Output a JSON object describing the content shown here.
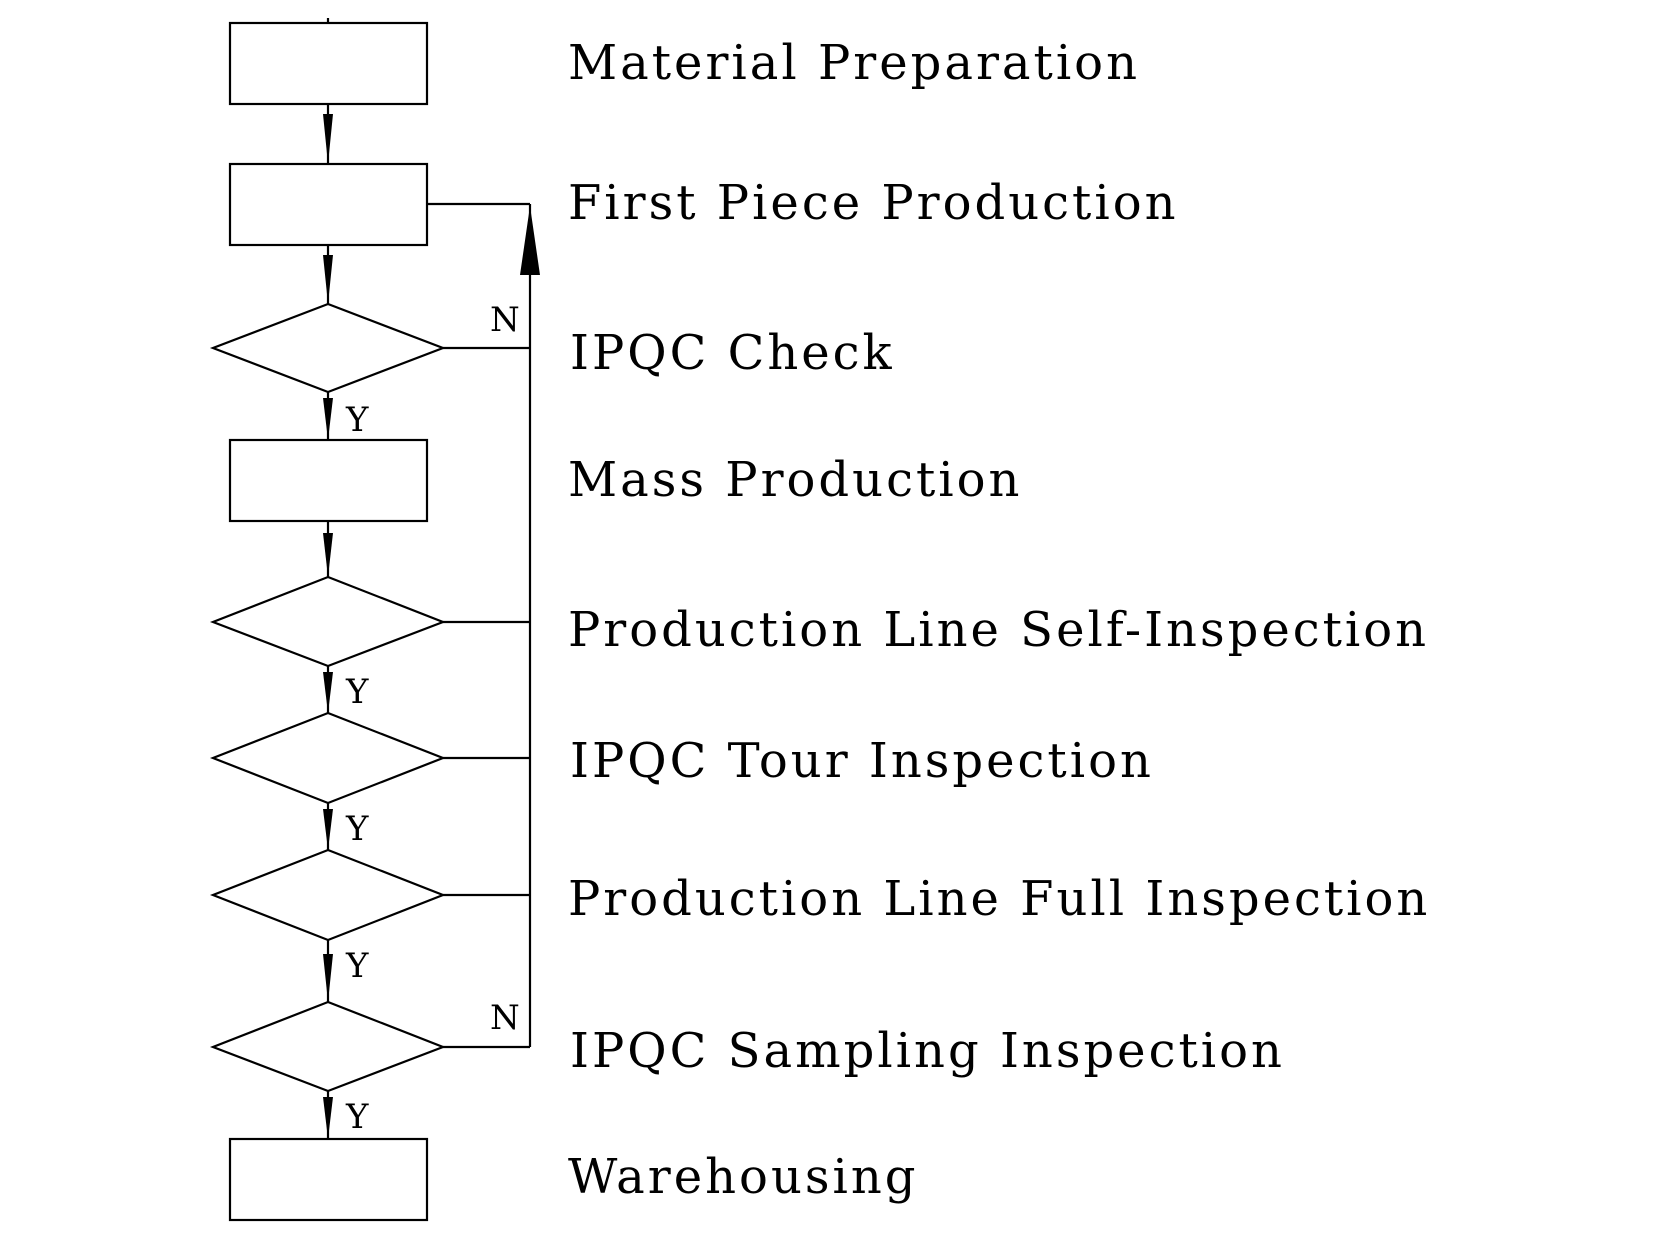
{
  "steps": [
    {
      "id": "material-preparation",
      "shape": "process",
      "label": "Material Preparation"
    },
    {
      "id": "first-piece-production",
      "shape": "process",
      "label": "First Piece Production"
    },
    {
      "id": "ipqc-check",
      "shape": "decision",
      "label": "IPQC Check"
    },
    {
      "id": "mass-production",
      "shape": "process",
      "label": "Mass Production"
    },
    {
      "id": "production-line-self-inspection",
      "shape": "decision",
      "label": "Production Line Self-Inspection"
    },
    {
      "id": "ipqc-tour-inspection",
      "shape": "decision",
      "label": "IPQC Tour Inspection"
    },
    {
      "id": "production-line-full-inspection",
      "shape": "decision",
      "label": "Production Line Full Inspection"
    },
    {
      "id": "ipqc-sampling-inspection",
      "shape": "decision",
      "label": "IPQC Sampling Inspection"
    },
    {
      "id": "warehousing",
      "shape": "process",
      "label": "Warehousing"
    }
  ],
  "branch_labels": {
    "yes": "Y",
    "no": "N"
  },
  "colors": {
    "stroke": "#000000",
    "fill": "#ffffff"
  }
}
